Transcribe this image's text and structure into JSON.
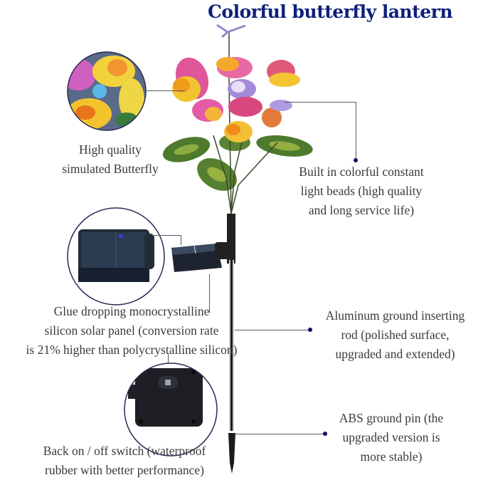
{
  "header": {
    "title": "Colorful butterfly lantern"
  },
  "callouts": {
    "butterfly": {
      "lines": [
        "High quality",
        "simulated Butterfly"
      ]
    },
    "light_beads": {
      "lines": [
        "Built in colorful constant",
        "light beads (high quality",
        "and long service life)"
      ]
    },
    "solar_panel": {
      "lines": [
        "Glue dropping monocrystalline",
        "silicon solar panel (conversion rate",
        "is 21% higher than polycrystalline silicon)"
      ]
    },
    "rod": {
      "lines": [
        "Aluminum ground inserting",
        "rod (polished surface,",
        "upgraded and extended)"
      ]
    },
    "ground_pin": {
      "lines": [
        "ABS ground pin (the",
        "upgraded version is",
        "more stable)"
      ]
    },
    "switch": {
      "lines": [
        "Back on / off switch (waterproof",
        "rubber with better performance)"
      ]
    }
  },
  "colors": {
    "title": "#0e1f7a",
    "text": "#3a3a3a",
    "leader_line": "#555a66",
    "dot": "#0e1060"
  }
}
